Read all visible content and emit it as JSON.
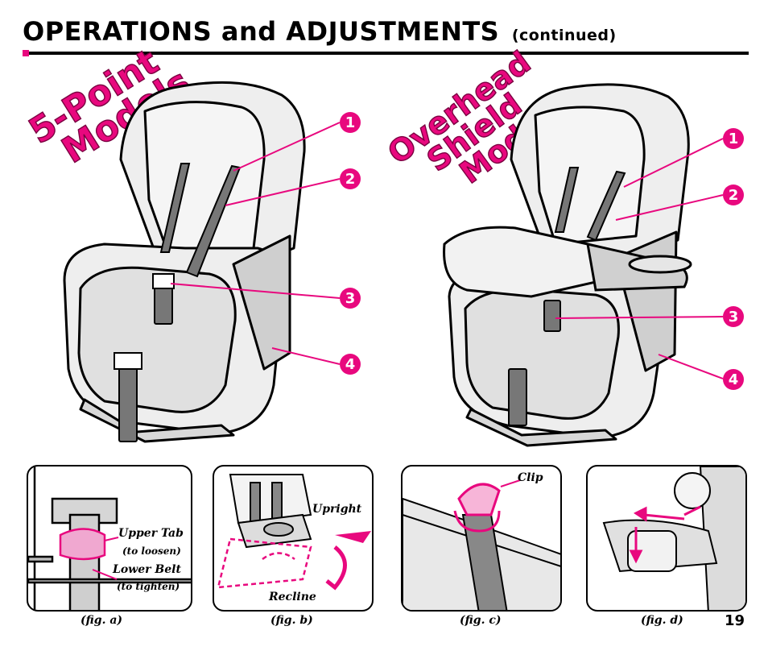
{
  "header": {
    "title": "OPERATIONS and ADJUSTMENTS",
    "continued": "(continued)"
  },
  "left_model": {
    "label_lines": [
      "5-Point",
      "Models"
    ],
    "callouts": [
      "1",
      "2",
      "3",
      "4"
    ]
  },
  "right_model": {
    "label_lines": [
      "Overhead",
      "Shield",
      "Models"
    ],
    "callouts": [
      "1",
      "2",
      "3",
      "4"
    ]
  },
  "figures": {
    "a": {
      "caption": "(fig. a)",
      "upper_tab": "Upper Tab",
      "to_loosen": "(to loosen)",
      "lower_belt": "Lower Belt",
      "to_tighten": "(to tighten)"
    },
    "b": {
      "caption": "(fig. b)",
      "upright": "Upright",
      "recline": "Recline"
    },
    "c": {
      "caption": "(fig. c)",
      "clip": "Clip"
    },
    "d": {
      "caption": "(fig. d)"
    }
  },
  "page_number": "19",
  "colors": {
    "accent": "#e8087e",
    "ink": "#000000",
    "seat_fill": "#eeeeee",
    "seat_shade": "#cfcfcf"
  }
}
